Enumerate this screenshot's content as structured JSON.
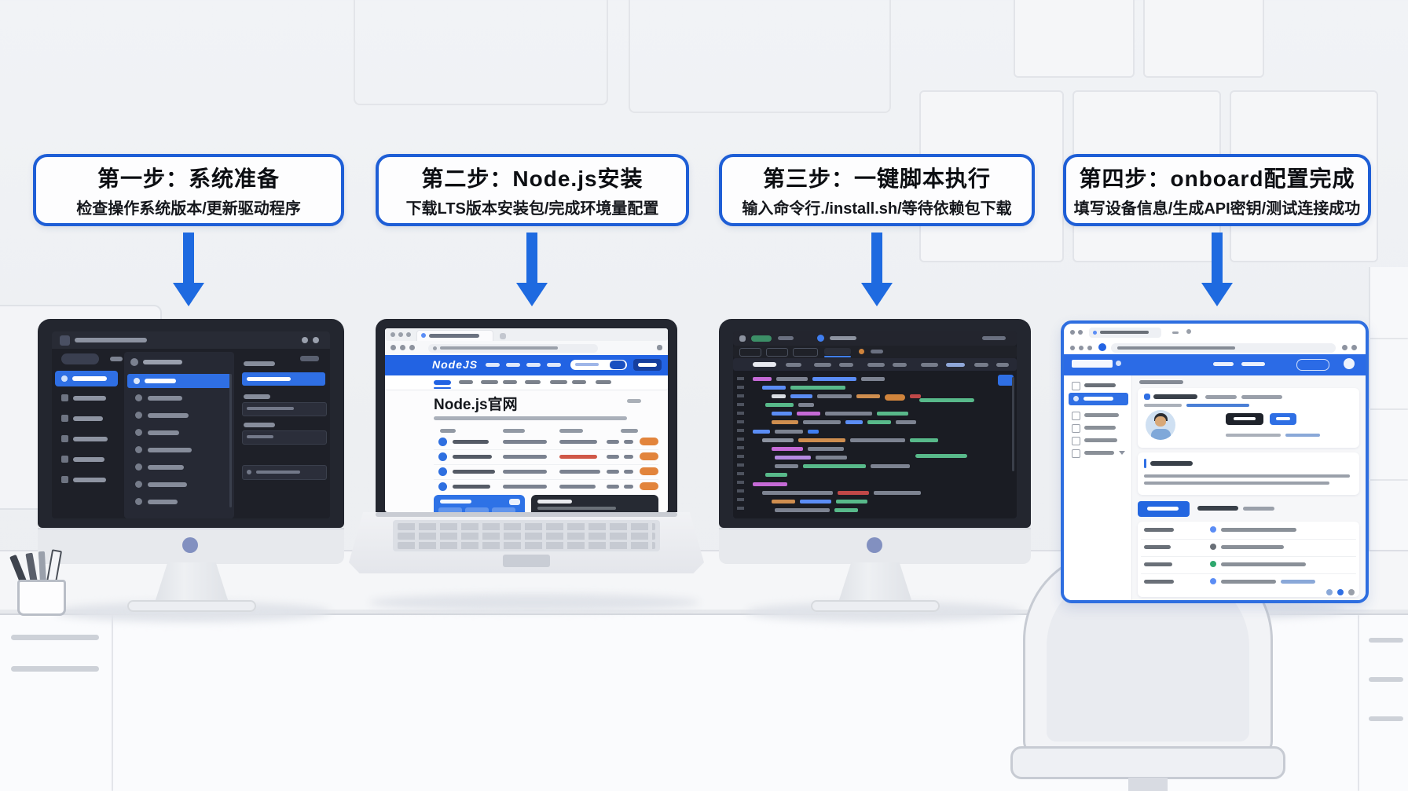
{
  "steps": [
    {
      "title": "第一步：系统准备",
      "subtitle": "检查操作系统版本/更新驱动程序"
    },
    {
      "title": "第二步：Node.js安装",
      "subtitle": "下载LTS版本安装包/完成环境量配置"
    },
    {
      "title": "第三步：一键脚本执行",
      "subtitle": "输入命令行./install.sh/等待依赖包下载"
    },
    {
      "title": "第四步：onboard配置完成",
      "subtitle": "填写设备信息/生成API密钥/测试连接成功"
    }
  ],
  "screens": {
    "laptop": {
      "logo": "NodeJS",
      "heading": "Node.js官网"
    }
  },
  "colors": {
    "step_border_blue": "#1e5ed6",
    "arrow_blue": "#1e6ae0",
    "site_header_blue": "#2263e3",
    "highlight_blue": "#2f6fe4",
    "window_border_blue": "#2e6ee0",
    "orange_button": "#e2843c"
  }
}
